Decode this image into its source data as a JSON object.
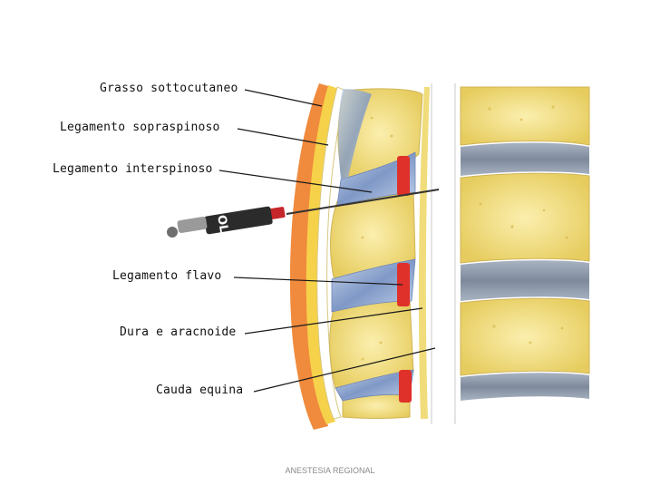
{
  "labels": {
    "grasso": "Grasso sottocutaneo",
    "sopraspinoso": "Legamento sopraspinoso",
    "interspinoso": "Legamento interspinoso",
    "flavo": "Legamento flavo",
    "dura": "Dura e aracnoide",
    "cauda": "Cauda equina"
  },
  "needle_mark": "OL",
  "footer": "ANESTESIA REGIONAL",
  "colors": {
    "bone": "#f0dc7a",
    "disc": "#8a96a8",
    "ligament": "#8fa8d0",
    "skin": "#f08a3c",
    "flavum": "#e0302a"
  }
}
